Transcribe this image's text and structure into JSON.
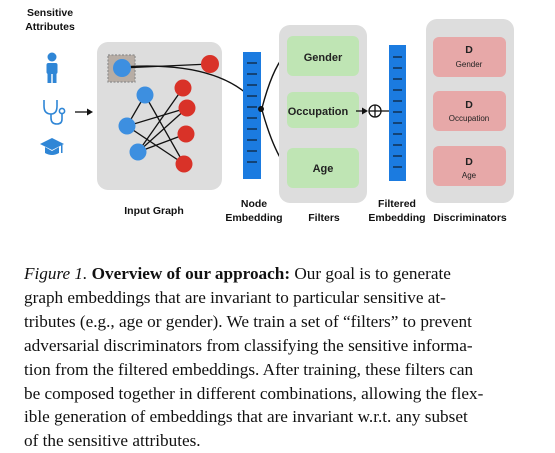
{
  "figure": {
    "sensitive_attributes_title_line1": "Sensitive",
    "sensitive_attributes_title_line2": "Attributes",
    "input_graph_label": "Input Graph",
    "node_embedding_label_line1": "Node",
    "node_embedding_label_line2": "Embedding",
    "filters_label": "Filters",
    "filtered_embedding_label_line1": "Filtered",
    "filtered_embedding_label_line2": "Embedding",
    "discriminators_label": "Discriminators",
    "filters": [
      "Gender",
      "Occupation",
      "Age"
    ],
    "discriminators": [
      {
        "letter": "D",
        "name": "Gender"
      },
      {
        "letter": "D",
        "name": "Occupation"
      },
      {
        "letter": "D",
        "name": "Age"
      }
    ],
    "icons": [
      "person-icon",
      "stethoscope-icon",
      "graduation-cap-icon"
    ],
    "colors": {
      "blue_node": "#3d8fe0",
      "red_node": "#d93228",
      "filter_green": "#bfe5b4",
      "discriminator_red": "#e7a8a8",
      "embedding_blue": "#1b7be0",
      "panel_gray": "#dddddd"
    }
  },
  "caption": {
    "figure_label": "Figure 1.",
    "bold_title": "Overview of our approach:",
    "line1_rest": "Our goal is to generate",
    "lines": [
      "graph embeddings that are invariant to particular sensitive at-",
      "tributes (e.g., age or gender). We train a set of “filters” to prevent",
      "adversarial discriminators from classifying the sensitive informa-",
      "tion from the filtered embeddings. After training, these filters can",
      "be composed together in different combinations, allowing the flex-",
      "ible generation of embeddings that are invariant w.r.t. any subset",
      "of the sensitive attributes."
    ]
  }
}
